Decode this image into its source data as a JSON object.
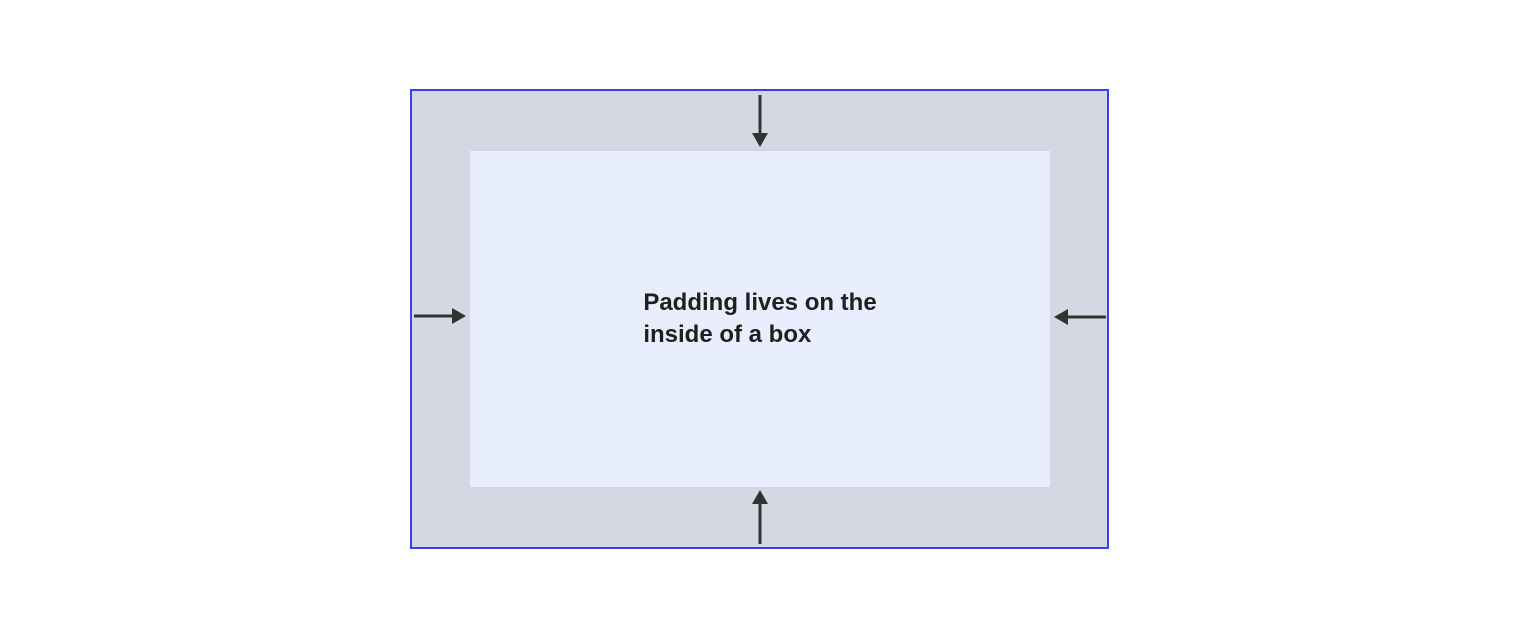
{
  "diagram": {
    "title": "Padding lives on the inside of a box",
    "label_line1": "Padding lives on the",
    "label_line2": "inside of a box"
  },
  "colors": {
    "outer_border": "#3b40ee",
    "padding_area": "#d3d8e2",
    "content_area": "#e8eefb",
    "arrow": "#333333",
    "text": "#1f1f1f",
    "page_background": "#ffffff"
  }
}
